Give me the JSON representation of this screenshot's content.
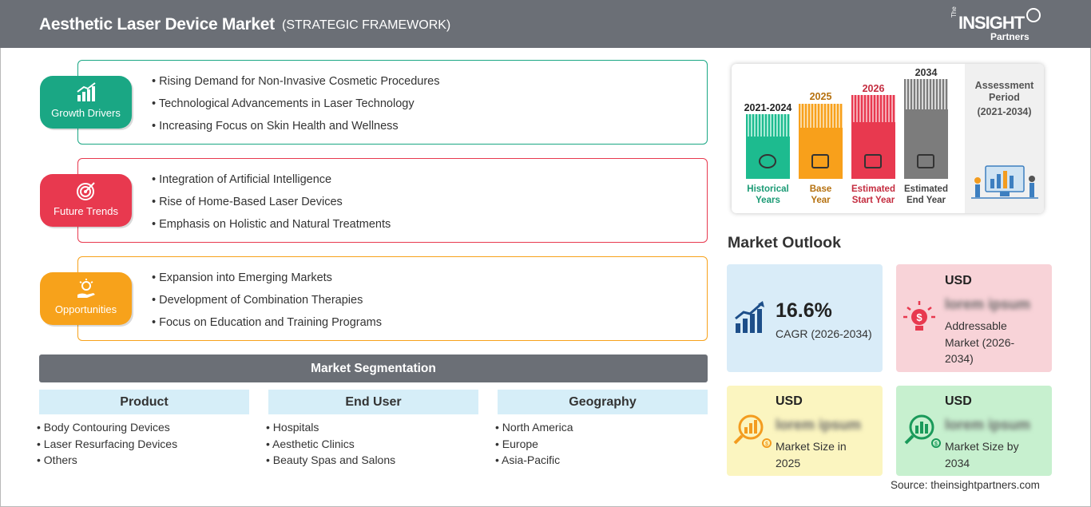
{
  "header": {
    "title": "Aesthetic Laser Device Market",
    "subtitle": "(STRATEGIC FRAMEWORK)",
    "logo": {
      "the": "The",
      "insight": "INSIGHT",
      "partners": "Partners"
    }
  },
  "framework": [
    {
      "label": "Growth Drivers",
      "color": "#1aa784",
      "icon": "growth-chart-icon",
      "items": [
        "Rising Demand for Non-Invasive Cosmetic Procedures",
        "Technological Advancements in Laser Technology",
        "Increasing Focus on Skin Health and Wellness"
      ]
    },
    {
      "label": "Future Trends",
      "color": "#e8394f",
      "icon": "target-icon",
      "items": [
        "Integration of Artificial Intelligence",
        "Rise of Home-Based Laser Devices",
        "Emphasis on Holistic and Natural Treatments"
      ]
    },
    {
      "label": "Opportunities",
      "color": "#f7a21b",
      "icon": "lightbulb-hand-icon",
      "items": [
        "Expansion into Emerging Markets",
        "Development of Combination Therapies",
        "Focus on Education and Training Programs"
      ]
    }
  ],
  "segmentation": {
    "title": "Market Segmentation",
    "columns": [
      {
        "head": "Product",
        "items": [
          "Body Contouring Devices",
          "Laser Resurfacing Devices",
          "Others"
        ]
      },
      {
        "head": "End User",
        "items": [
          "Hospitals",
          "Aesthetic Clinics",
          "Beauty Spas and Salons"
        ]
      },
      {
        "head": "Geography",
        "items": [
          "North America",
          "Europe",
          "Asia-Pacific"
        ]
      }
    ]
  },
  "timeline": {
    "bars": [
      {
        "year": "2021-2024",
        "label1": "Historical",
        "label2": "Years",
        "color": "#1dbb8f",
        "yearColor": "#1a9a74",
        "icon": "history-icon"
      },
      {
        "year": "2025",
        "label1": "Base",
        "label2": "Year",
        "color": "#f8a01b",
        "yearColor": "#b5700e",
        "icon": "calendar-icon"
      },
      {
        "year": "2026",
        "label1": "Estimated",
        "label2": "Start Year",
        "color": "#e8394f",
        "yearColor": "#c42c3f",
        "icon": "presentation-icon"
      },
      {
        "year": "2034",
        "label1": "Estimated",
        "label2": "End Year",
        "color": "#7c7c7c",
        "yearColor": "#333333",
        "icon": "monitor-chart-icon"
      }
    ],
    "assessment_title": "Assessment Period",
    "assessment_range": "(2021-2034)"
  },
  "outlook": {
    "title": "Market Outlook",
    "cagr": {
      "value": "16.6%",
      "label": "CAGR (2026-2034)",
      "bg": "#d9ecf8"
    },
    "addressable": {
      "usd": "USD",
      "value": "lorem ipsum",
      "label": "Addressable Market (2026-2034)",
      "bg": "#f8d3d8"
    },
    "size2025": {
      "usd": "USD",
      "value": "lorem ipsum",
      "label": "Market Size in 2025",
      "bg": "#fbf5c0"
    },
    "size2034": {
      "usd": "USD",
      "value": "lorem ipsum",
      "label": "Market Size by 2034",
      "bg": "#c7f0cf"
    }
  },
  "source": "Source: theinsightpartners.com"
}
